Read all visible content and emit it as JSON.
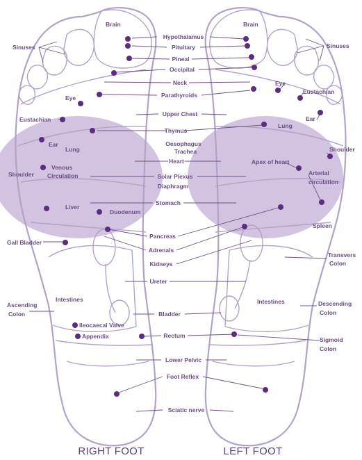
{
  "colors": {
    "outline": "#b3a2c8",
    "zone": "#c7b4d8",
    "dot": "#5b2c7f",
    "text": "#6a4c86"
  },
  "captions": {
    "right_foot": "RIGHT FOOT",
    "left_foot": "LEFT FOOT"
  },
  "labels": {
    "brain_right": "Brain",
    "brain_left": "Brain",
    "hypothalamus": "Hypothalamus",
    "pituitary": "Pituitary",
    "pineal": "Pineal",
    "occipital": "Occipital",
    "neck": "Neck",
    "parathyroids": "Parathyroids",
    "upper_chest": "Upper Chest",
    "thymus": "Thymus",
    "oesophagus": "Oesophagus",
    "trachea": "Trachea",
    "heart": "Heart",
    "solar_plexus": "Solar Plexus",
    "diaphragm": "Diaphragm",
    "stomach": "Stomach",
    "pancreas": "Pancreas",
    "adrenals": "Adrenals",
    "kidneys": "Kidneys",
    "ureter": "Ureter",
    "bladder": "Bladder",
    "rectum": "Rectum",
    "lower_pelvic": "Lower Pelvic",
    "foot_reflex": "Foot Reflex",
    "sciatic_nerve": "Sciatic nerve",
    "sinuses_right": "Sinuses",
    "sinuses_left": "Sinuses",
    "eye_right": "Eye",
    "eye_left": "Eye",
    "eustachian_right": "Eustachian",
    "eustachian_left": "Eustachian",
    "ear_right": "Ear",
    "ear_left": "Ear",
    "lung_right": "Lung",
    "lung_left": "Lung",
    "shoulder_right": "Shoulder",
    "shoulder_left": "Shoulder",
    "venous_line1": "Venous",
    "venous_line2": "Circulation",
    "apex_of_heart": "Apex of heart",
    "arterial_line1": "Arterial",
    "arterial_line2": "circulation",
    "liver": "Liver",
    "duodenum": "Duodenum",
    "spleen": "Spleen",
    "gall_bladder": "Gall Bladder",
    "transverse_line1": "Transvers",
    "transverse_line2": "Colon",
    "ascending_line1": "Ascending",
    "ascending_line2": "Colon",
    "intestines_right": "Intestines",
    "intestines_left": "Intestines",
    "descending_line1": "Descending",
    "descending_line2": "Colon",
    "ileocaecal_valve": "Ileocaecal Valve",
    "appendix": "Appendix",
    "sigmoid_line1": "Sigmoid",
    "sigmoid_line2": "Colon"
  }
}
